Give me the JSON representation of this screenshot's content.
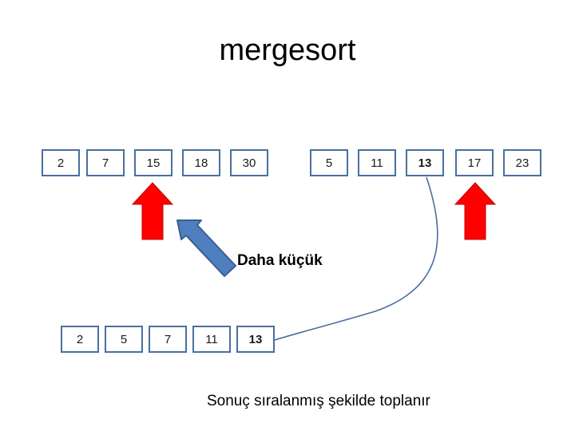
{
  "title": "mergesort",
  "top_left_array": [
    "2",
    "7",
    "15",
    "18",
    "30"
  ],
  "top_right_array": [
    "5",
    "11",
    "13",
    "17",
    "23"
  ],
  "result_array": [
    "2",
    "5",
    "7",
    "11",
    "13"
  ],
  "annotation_smaller": "Daha küçük",
  "caption": "Sonuç sıralanmış şekilde toplanır",
  "colors": {
    "cell_border": "#4a6f9e",
    "pointer_arrow": "#ff0000",
    "compare_arrow": "#4f7fbf",
    "curve": "#4a6f9e"
  }
}
